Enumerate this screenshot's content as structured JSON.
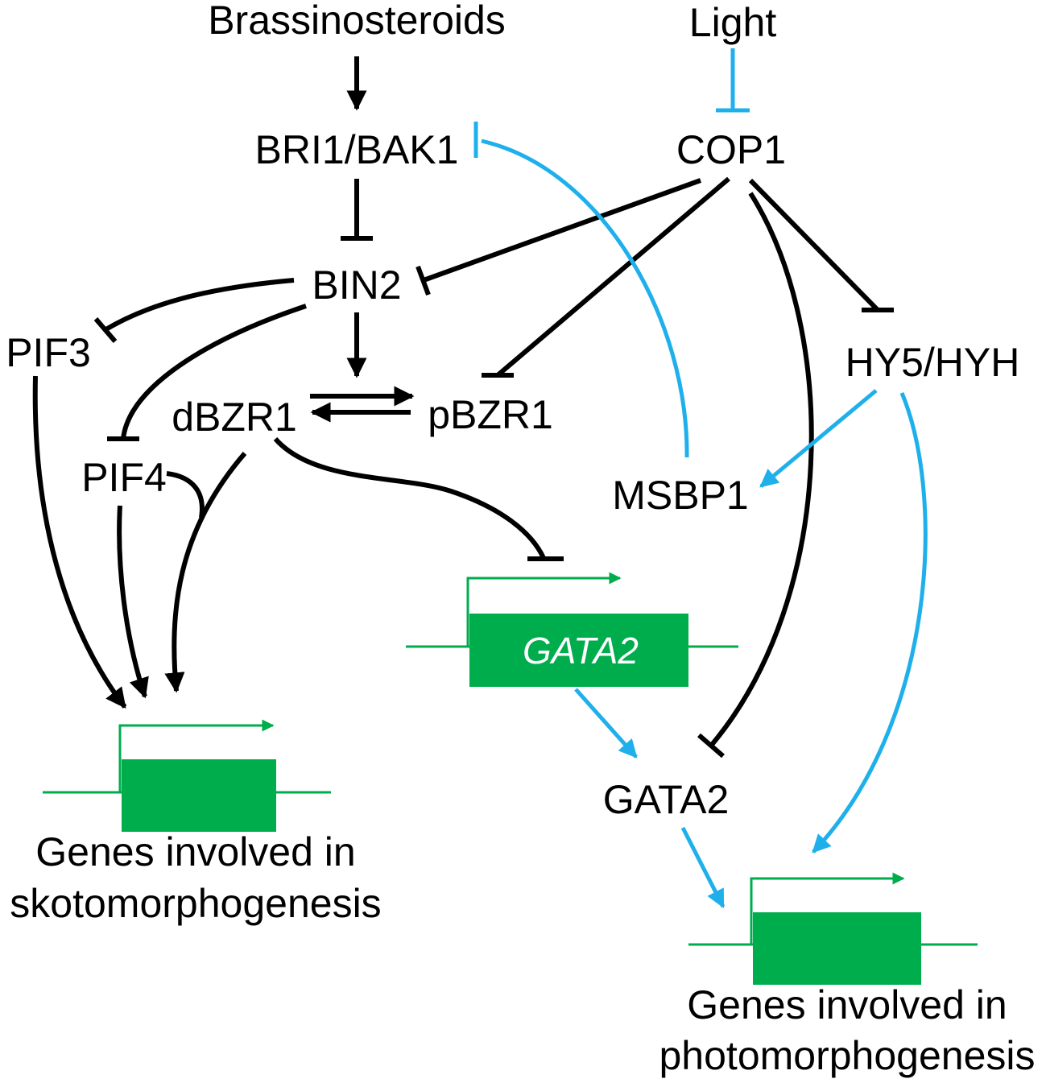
{
  "nodes": {
    "brassinosteroids": "Brassinosteroids",
    "light": "Light",
    "bri1_bak1": "BRI1/BAK1",
    "cop1": "COP1",
    "bin2": "BIN2",
    "pif3": "PIF3",
    "hy5_hyh": "HY5/HYH",
    "dbzr1": "dBZR1",
    "pbzr1": "pBZR1",
    "pif4": "PIF4",
    "msbp1": "MSBP1",
    "gata2_protein": "GATA2",
    "gata2_gene": "GATA2"
  },
  "outputs": {
    "skoto_line1": "Genes involved in",
    "skoto_line2": "skotomorphogenesis",
    "photo_line1": "Genes involved in",
    "photo_line2": "photomorphogenesis"
  },
  "colors": {
    "activation_black": "#000000",
    "light_signal_blue": "#1fb0ec",
    "gene_green": "#00ad4d"
  },
  "edges": [
    {
      "from": "Brassinosteroids",
      "to": "BRI1/BAK1",
      "type": "activation",
      "color": "black"
    },
    {
      "from": "Light",
      "to": "COP1",
      "type": "inhibition",
      "color": "blue"
    },
    {
      "from": "BRI1/BAK1",
      "to": "BIN2",
      "type": "inhibition",
      "color": "black"
    },
    {
      "from": "MSBP1",
      "to": "BRI1/BAK1",
      "type": "inhibition",
      "color": "blue"
    },
    {
      "from": "COP1",
      "to": "BIN2",
      "type": "inhibition",
      "color": "black"
    },
    {
      "from": "COP1",
      "to": "pBZR1",
      "type": "inhibition",
      "color": "black"
    },
    {
      "from": "COP1",
      "to": "HY5/HYH",
      "type": "inhibition",
      "color": "black"
    },
    {
      "from": "COP1",
      "to": "GATA2",
      "type": "inhibition",
      "color": "black"
    },
    {
      "from": "BIN2",
      "to": "PIF3",
      "type": "inhibition",
      "color": "black"
    },
    {
      "from": "BIN2",
      "to": "PIF4",
      "type": "inhibition",
      "color": "black"
    },
    {
      "from": "BIN2",
      "to": "pBZR1",
      "type": "activation",
      "color": "black"
    },
    {
      "from": "dBZR1",
      "to": "pBZR1",
      "type": "reversible",
      "color": "black"
    },
    {
      "from": "dBZR1",
      "to": "GATA2 gene",
      "type": "inhibition",
      "color": "black"
    },
    {
      "from": "PIF3",
      "to": "skotomorphogenesis genes",
      "type": "activation",
      "color": "black"
    },
    {
      "from": "PIF4",
      "to": "skotomorphogenesis genes",
      "type": "activation",
      "color": "black"
    },
    {
      "from": "PIF4/dBZR1",
      "to": "skotomorphogenesis genes",
      "type": "activation",
      "color": "black"
    },
    {
      "from": "HY5/HYH",
      "to": "MSBP1",
      "type": "activation",
      "color": "blue"
    },
    {
      "from": "HY5/HYH",
      "to": "photomorphogenesis genes",
      "type": "activation",
      "color": "blue"
    },
    {
      "from": "GATA2 gene",
      "to": "GATA2",
      "type": "activation",
      "color": "blue"
    },
    {
      "from": "GATA2",
      "to": "photomorphogenesis genes",
      "type": "activation",
      "color": "blue"
    }
  ]
}
